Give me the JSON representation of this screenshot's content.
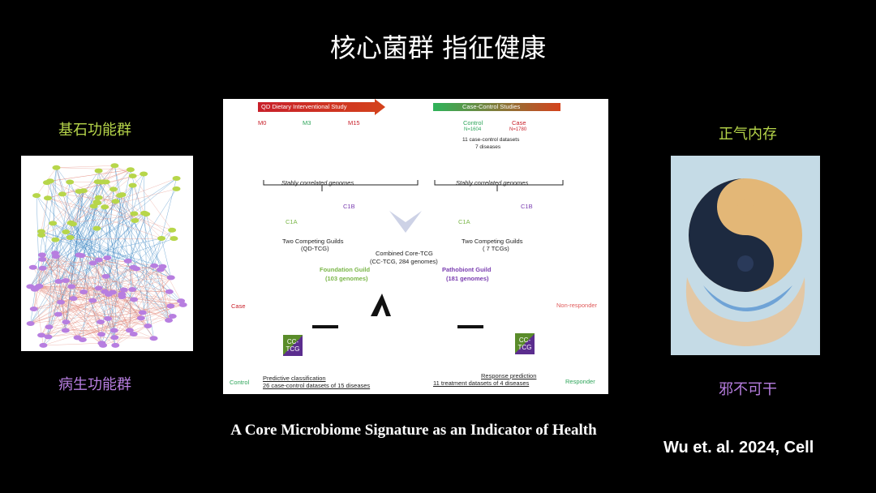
{
  "slide": {
    "title": "核心菌群 指征健康",
    "left_top_label": "基石功能群",
    "left_bottom_label": "病生功能群",
    "right_top_label": "正气内存",
    "right_bottom_label": "邪不可干",
    "subtitle": "A Core Microbiome Signature as an Indicator of Health",
    "citation": "Wu et. al. 2024, Cell"
  },
  "figure": {
    "qd_banner": "QD Dietary Interventional Study",
    "cc_banner": "Case-Control Studies",
    "m0": "M0",
    "m3": "M3",
    "m15": "M15",
    "control": "Control",
    "control_n": "N=1604",
    "case": "Case",
    "case_n": "N=1780",
    "datasets": "11 case-control datasets",
    "diseases": "7 diseases",
    "stably": "Stably correlated genomes",
    "c1a": "C1A",
    "c1b": "C1B",
    "guilds_left": "Two Competing Guilds",
    "guilds_left_sub": "(QD-TCG)",
    "guilds_right": "Two Competing Guilds",
    "guilds_right_sub": "( 7 TCGs)",
    "combined": "Combined Core-TCG",
    "combined_sub": "(CC-TCG, 284 genomes)",
    "foundation": "Foundation Guild",
    "foundation_sub": "(103 genomes)",
    "pathobiont": "Pathobiont  Guild",
    "pathobiont_sub": "(181 genomes)",
    "chip": "CC-TCG",
    "out_case": "Case",
    "out_control": "Control",
    "out_nonresp": "Non-responder",
    "out_resp": "Responder",
    "pred_class": "Predictive classification",
    "pred_class_sub": "26 case-control datasets of 15 diseases",
    "resp_pred": "Response prediction",
    "resp_pred_sub": "11 treatment datasets of 4 diseases"
  },
  "colors": {
    "foundation": "#b7d64a",
    "pathobiont": "#b77ee0",
    "red": "#c8202a",
    "green": "#2ea55a"
  }
}
